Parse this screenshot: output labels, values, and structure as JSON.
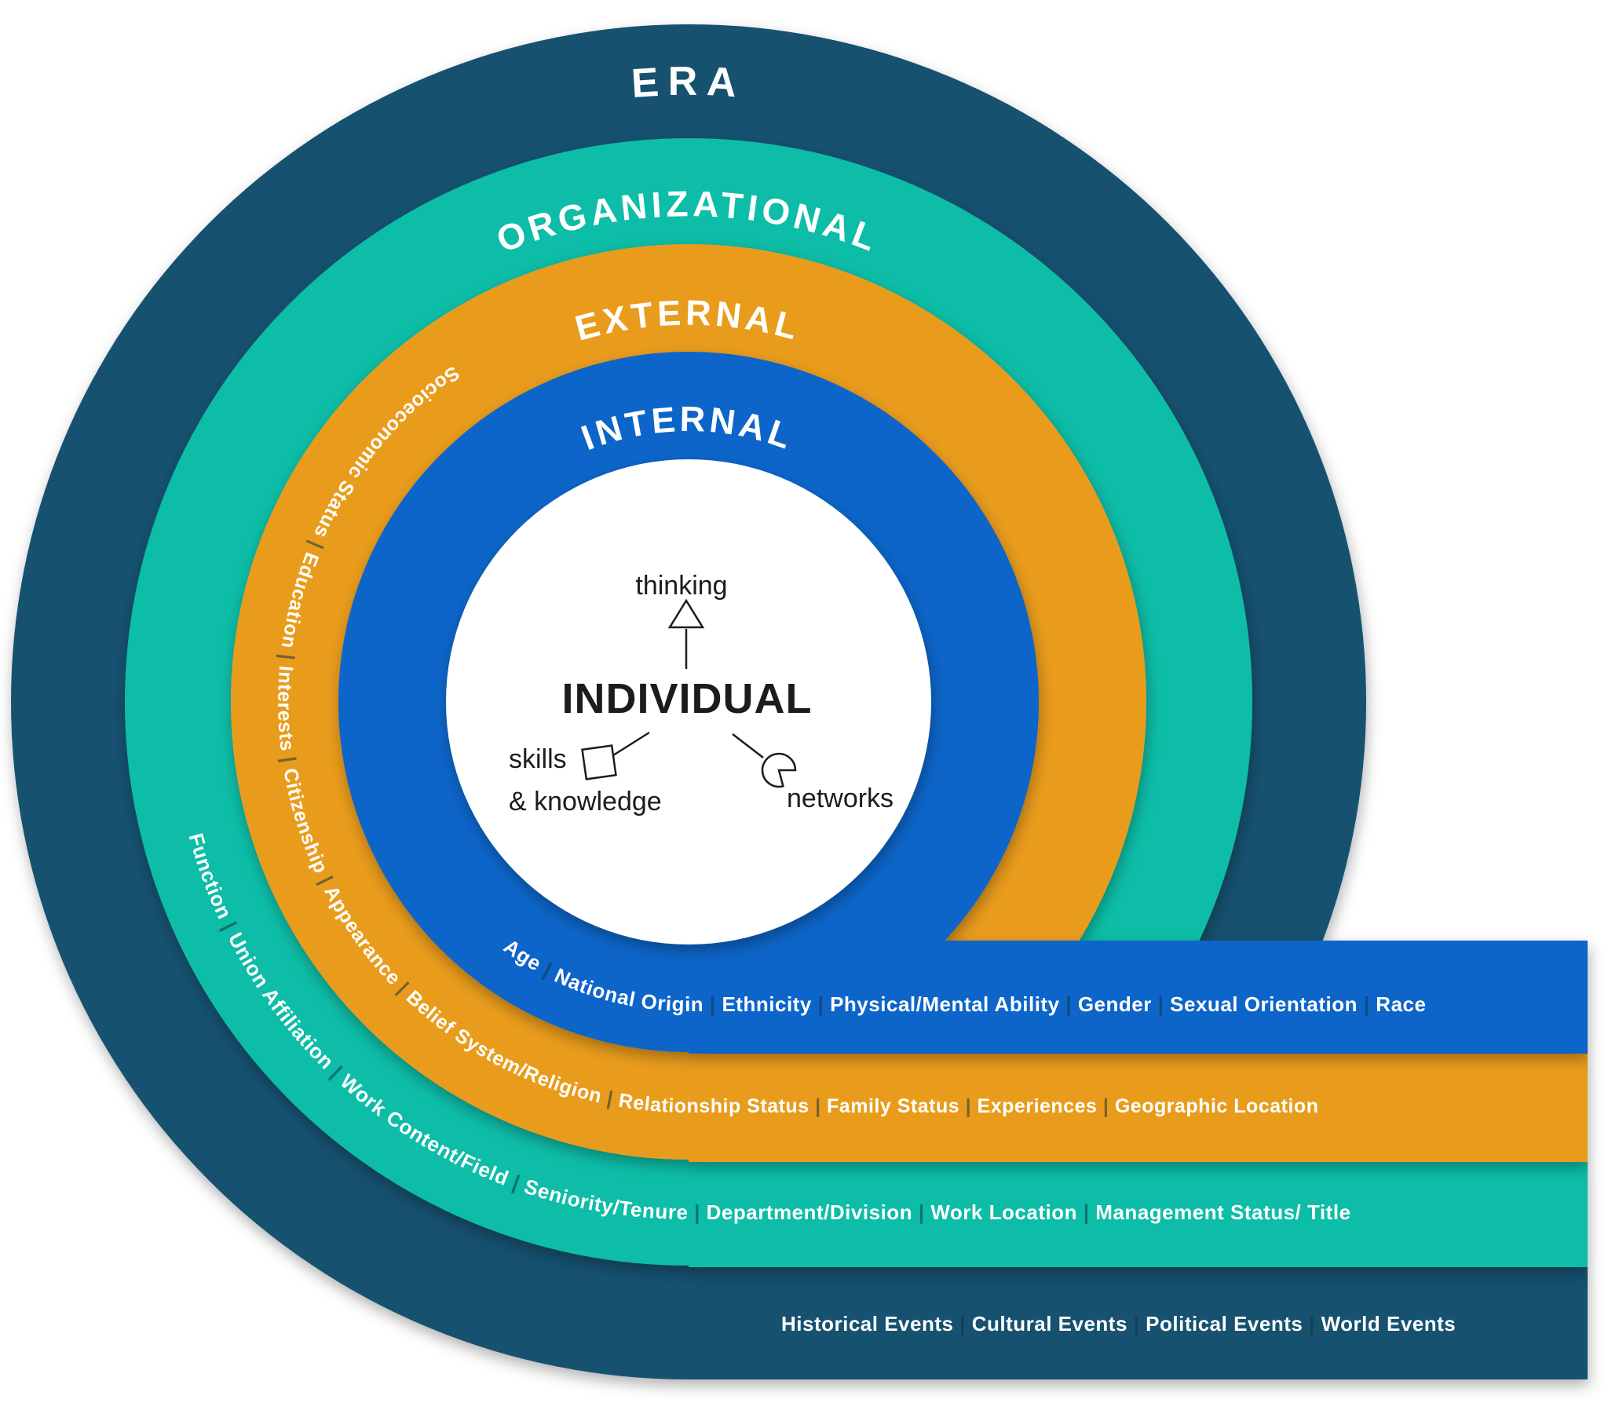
{
  "diagram_title": "Layers of diversity wheel",
  "colors": {
    "era_navy": "#155170",
    "organizational_teal": "#10bda7",
    "external_orange": "#e99c1e",
    "internal_blue": "#1165c9",
    "center_white": "#ffffff",
    "center_text": "#1c1c1c",
    "label_text": "#ffffff"
  },
  "rings": [
    {
      "id": "era",
      "label": "ERA",
      "items": [
        "Historical Events",
        "Cultural Events",
        "Political Events",
        "World Events"
      ]
    },
    {
      "id": "organizational",
      "label": "ORGANIZATIONAL",
      "items": [
        "Function",
        "Union Affiliation",
        "Work Content/Field",
        "Seniority/Tenure",
        "Department/Division",
        "Work Location",
        "Management Status/ Title"
      ]
    },
    {
      "id": "external",
      "label": "EXTERNAL",
      "items": [
        "Socioeconomic Status",
        "Education",
        "Interests",
        "Citizenship",
        "Appearance",
        "Belief System/Religion",
        "Relationship Status",
        "Family Status",
        "Experiences",
        "Geographic Location"
      ]
    },
    {
      "id": "internal",
      "label": "INTERNAL",
      "items": [
        "Age",
        "National Origin",
        "Ethnicity",
        "Physical/Mental Ability",
        "Gender",
        "Sexual Orientation",
        "Race"
      ]
    }
  ],
  "center": {
    "title": "INDIVIDUAL",
    "aspects": [
      {
        "label": "thinking"
      },
      {
        "label": "skills & knowledge",
        "display_lines": [
          "skills",
          "& knowledge"
        ]
      },
      {
        "label": "networks"
      }
    ],
    "separator_glyph": " | "
  }
}
